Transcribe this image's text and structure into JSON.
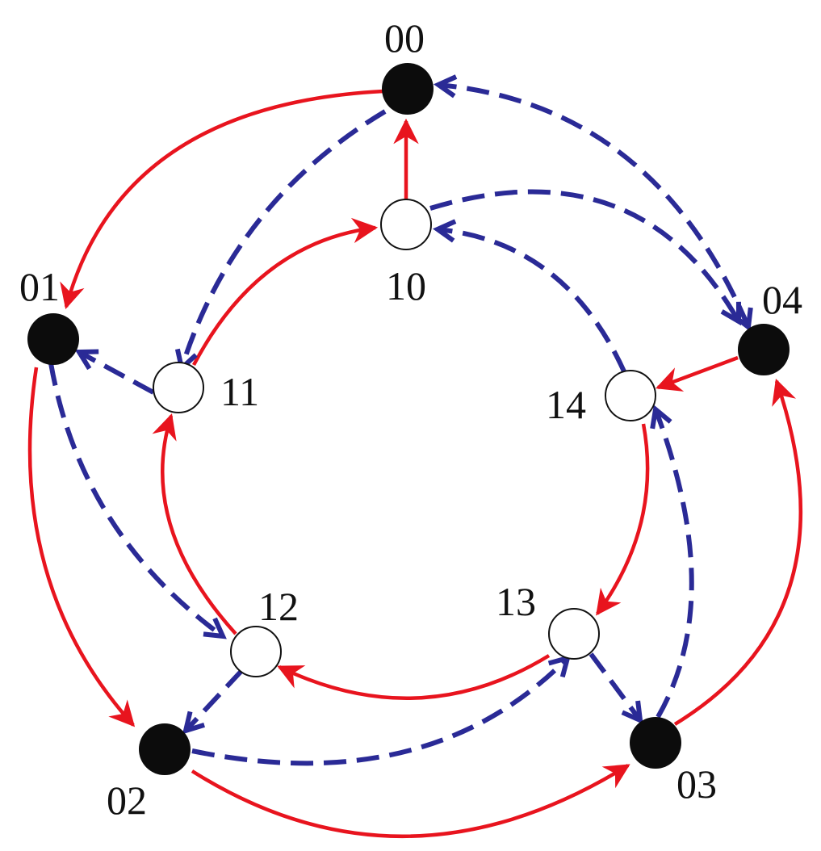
{
  "colors": {
    "solid_edge": "#e8141e",
    "dashed_edge": "#2a2a96",
    "filled_node": "#0c0c0c",
    "open_node_fill": "#ffffff",
    "open_node_stroke": "#111111"
  },
  "nodes": [
    {
      "id": "00",
      "label": "00",
      "style": "filled"
    },
    {
      "id": "01",
      "label": "01",
      "style": "filled"
    },
    {
      "id": "02",
      "label": "02",
      "style": "filled"
    },
    {
      "id": "03",
      "label": "03",
      "style": "filled"
    },
    {
      "id": "04",
      "label": "04",
      "style": "filled"
    },
    {
      "id": "10",
      "label": "10",
      "style": "open"
    },
    {
      "id": "11",
      "label": "11",
      "style": "open"
    },
    {
      "id": "12",
      "label": "12",
      "style": "open"
    },
    {
      "id": "13",
      "label": "13",
      "style": "open"
    },
    {
      "id": "14",
      "label": "14",
      "style": "open"
    }
  ],
  "edges": [
    {
      "from": "00",
      "to": "01",
      "style": "solid",
      "arrow": "end"
    },
    {
      "from": "01",
      "to": "02",
      "style": "solid",
      "arrow": "end"
    },
    {
      "from": "02",
      "to": "03",
      "style": "solid",
      "arrow": "end"
    },
    {
      "from": "03",
      "to": "04",
      "style": "solid",
      "arrow": "end"
    },
    {
      "from": "04",
      "to": "14",
      "style": "solid",
      "arrow": "end"
    },
    {
      "from": "10",
      "to": "00",
      "style": "solid",
      "arrow": "end"
    },
    {
      "from": "11",
      "to": "10",
      "style": "solid",
      "arrow": "end"
    },
    {
      "from": "12",
      "to": "11",
      "style": "solid",
      "arrow": "end"
    },
    {
      "from": "13",
      "to": "12",
      "style": "solid",
      "arrow": "end"
    },
    {
      "from": "14",
      "to": "13",
      "style": "solid",
      "arrow": "end"
    },
    {
      "from": "00",
      "to": "11",
      "style": "dashed",
      "arrow": "end"
    },
    {
      "from": "04",
      "to": "00",
      "style": "dashed",
      "arrow": "both"
    },
    {
      "from": "10",
      "to": "04",
      "style": "dashed",
      "arrow": "end"
    },
    {
      "from": "14",
      "to": "10",
      "style": "dashed",
      "arrow": "end"
    },
    {
      "from": "11",
      "to": "01",
      "style": "dashed",
      "arrow": "end"
    },
    {
      "from": "01",
      "to": "12",
      "style": "dashed",
      "arrow": "end"
    },
    {
      "from": "12",
      "to": "02",
      "style": "dashed",
      "arrow": "end"
    },
    {
      "from": "02",
      "to": "13",
      "style": "dashed",
      "arrow": "end"
    },
    {
      "from": "13",
      "to": "03",
      "style": "dashed",
      "arrow": "end"
    },
    {
      "from": "03",
      "to": "14",
      "style": "dashed",
      "arrow": "end"
    }
  ]
}
